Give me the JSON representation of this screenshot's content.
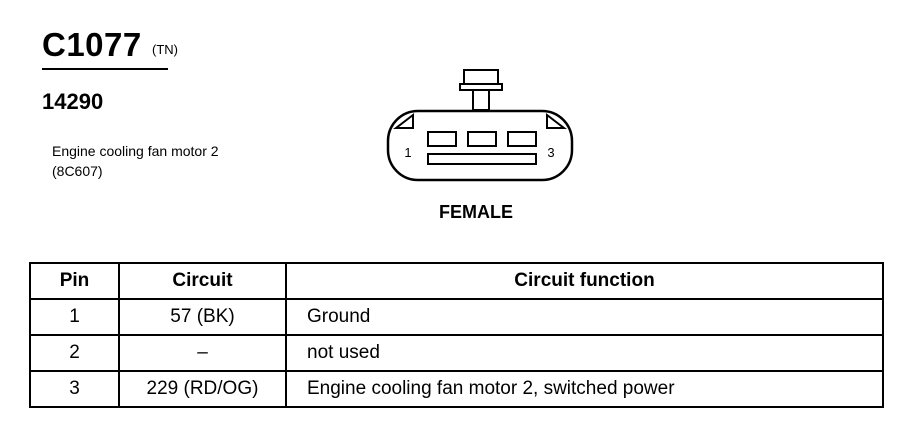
{
  "header": {
    "connector_id": "C1077",
    "harness_code": "(TN)",
    "part_number": "14290",
    "component_name": "Engine cooling fan motor 2",
    "component_code": "(8C607)"
  },
  "connector": {
    "pin_left": "1",
    "pin_right": "3",
    "gender": "FEMALE"
  },
  "table": {
    "headers": [
      "Pin",
      "Circuit",
      "Circuit function"
    ],
    "rows": [
      {
        "pin": "1",
        "circuit": "57 (BK)",
        "function": "Ground"
      },
      {
        "pin": "2",
        "circuit": "–",
        "function": "not used"
      },
      {
        "pin": "3",
        "circuit": "229 (RD/OG)",
        "function": "Engine cooling fan motor 2, switched power"
      }
    ]
  }
}
